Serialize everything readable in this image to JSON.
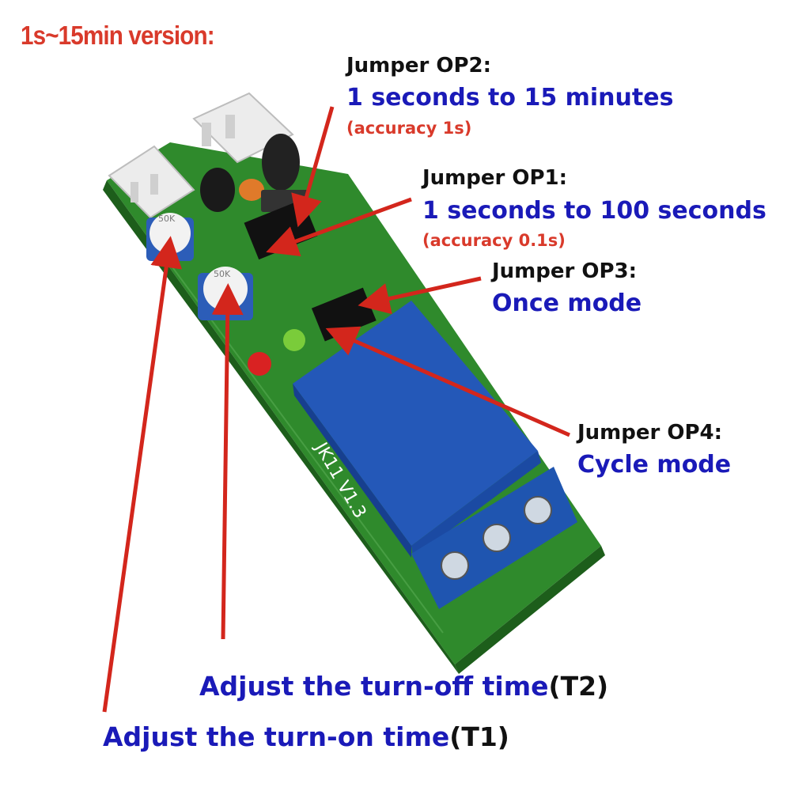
{
  "title": "1s~15min version:",
  "colors": {
    "title": "#d93a2b",
    "arrow": "#d3261c",
    "label_heading": "#111111",
    "label_value": "#1a1ab8",
    "accuracy": "#d93a2b",
    "pcb": "#2f8a2c",
    "relay": "#2458b8",
    "terminal": "#1f55b0"
  },
  "labels": {
    "op2": {
      "heading": "Jumper OP2:",
      "value": "1 seconds to 15 minutes",
      "accuracy": "(accuracy 1s)"
    },
    "op1": {
      "heading": "Jumper OP1:",
      "value": "1 seconds to 100 seconds",
      "accuracy": "(accuracy 0.1s)"
    },
    "op3": {
      "heading": "Jumper OP3:",
      "value": "Once mode"
    },
    "op4": {
      "heading": "Jumper OP4:",
      "value": "Cycle mode"
    },
    "t2": {
      "text": "Adjust the turn-off time",
      "tag": "(T2)"
    },
    "t1": {
      "text": "Adjust the turn-on time",
      "tag": "(T1)"
    }
  },
  "board": {
    "model": "JK11 V1.3",
    "pot_marking": "50K"
  }
}
